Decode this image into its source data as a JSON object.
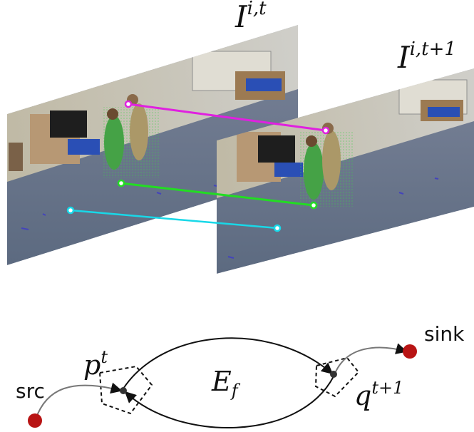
{
  "frames": {
    "current_label": "I",
    "current_sup": "i,t",
    "next_label": "I",
    "next_sup": "i,t+1"
  },
  "graph": {
    "src_label": "src",
    "sink_label": "sink",
    "p_label": "p",
    "p_sup": "t",
    "q_label": "q",
    "q_sup": "t+1",
    "edge_label": "E",
    "edge_sub": "f"
  },
  "colors": {
    "match_head": "#e020e0",
    "match_foot": "#22dd22",
    "match_floor": "#18d8e8",
    "terminal_node": "#b81414",
    "node": "#333333",
    "floor": "#5f6d84",
    "wall": "#c9c3b2"
  }
}
